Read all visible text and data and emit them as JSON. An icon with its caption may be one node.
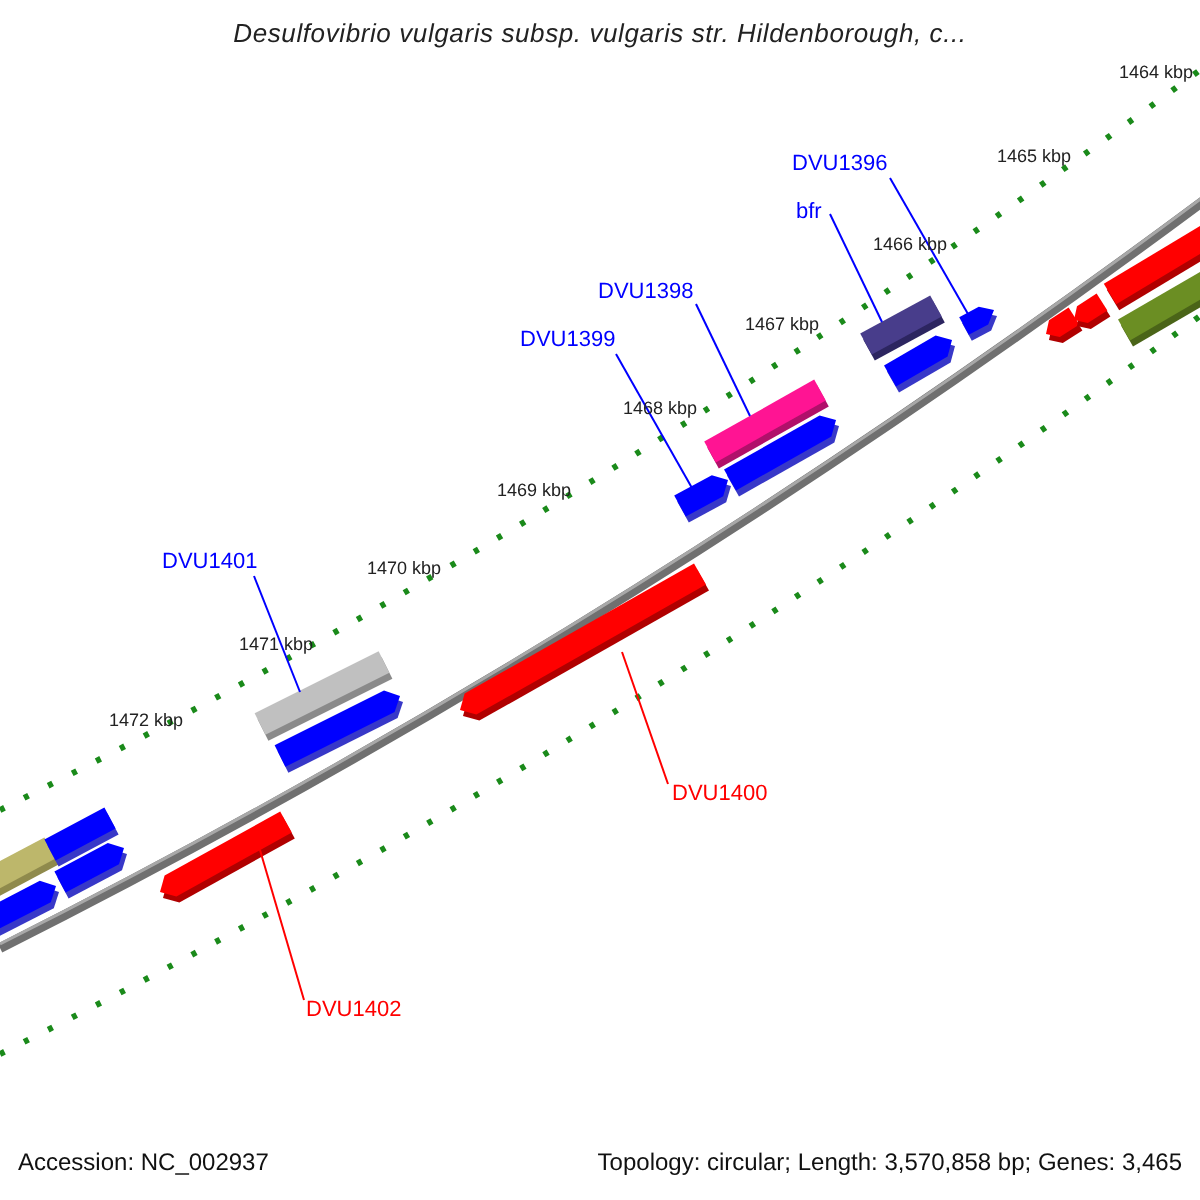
{
  "diagram": {
    "title": "Desulfovibrio vulgaris subsp. vulgaris str. Hildenborough, c...",
    "nodes": [
      {
        "text": [
          "DVU1396"
        ]
      },
      {
        "text": [
          "bfr"
        ]
      },
      {
        "text": [
          "DVU1398"
        ]
      },
      {
        "text": [
          "DVU1399"
        ]
      },
      {
        "text": [
          "DVU1401"
        ]
      },
      {
        "text": [
          "DVU1400"
        ]
      },
      {
        "text": [
          "DVU1402"
        ]
      },
      {
        "text": [],
        "shape": "bar"
      },
      {
        "text": [],
        "shape": "bar"
      },
      {
        "text": [],
        "shape": "bar"
      },
      {
        "text": [],
        "shape": "bar"
      },
      {
        "text": [],
        "shape": "bar"
      },
      {
        "text": [],
        "shape": "bar"
      },
      {
        "text": [],
        "shape": "bar"
      }
    ],
    "edges": [
      {
        "from": 0,
        "to": 7,
        "arrow": "none"
      },
      {
        "from": 1,
        "to": 8,
        "arrow": "none"
      },
      {
        "from": 2,
        "to": 9,
        "arrow": "none"
      },
      {
        "from": 3,
        "to": 10,
        "arrow": "none"
      },
      {
        "from": 4,
        "to": 11,
        "arrow": "none"
      },
      {
        "from": 5,
        "to": 12,
        "arrow": "none",
        "color": "#ff0000"
      },
      {
        "from": 6,
        "to": 13,
        "arrow": "none",
        "color": "#ff0000"
      }
    ],
    "labels": [
      "1464 kbp",
      "1465 kbp",
      "1466 kbp",
      "1467 kbp",
      "1468 kbp",
      "1469 kbp",
      "1470 kbp",
      "1471 kbp",
      "1472 kbp",
      "Accession: NC_002937",
      "Topology: circular; Length: 3,570,858 bp; Genes: 3,465"
    ]
  }
}
